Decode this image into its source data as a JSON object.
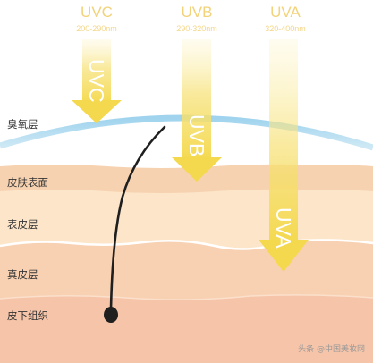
{
  "rays": [
    {
      "name": "UVC",
      "range": "200-290nm",
      "arrow_label": "UVC"
    },
    {
      "name": "UVB",
      "range": "290-320nm",
      "arrow_label": "UVB"
    },
    {
      "name": "UVA",
      "range": "320-400nm",
      "arrow_label": "UVA"
    }
  ],
  "layers": {
    "ozone": "臭氧层",
    "skin_surface": "皮肤表面",
    "epidermis": "表皮层",
    "dermis": "真皮层",
    "subcutaneous": "皮下组织"
  },
  "credit": "头条 @中国美妆网",
  "colors": {
    "ozone": "#a9d7ee",
    "surface": "#f6d2b0",
    "epidermis": "#fce5c9",
    "dermis": "#f8d0b2",
    "subcutaneous": "#f6c4a8",
    "arrow": "#f4d94e",
    "hair": "#1f1f1f"
  }
}
